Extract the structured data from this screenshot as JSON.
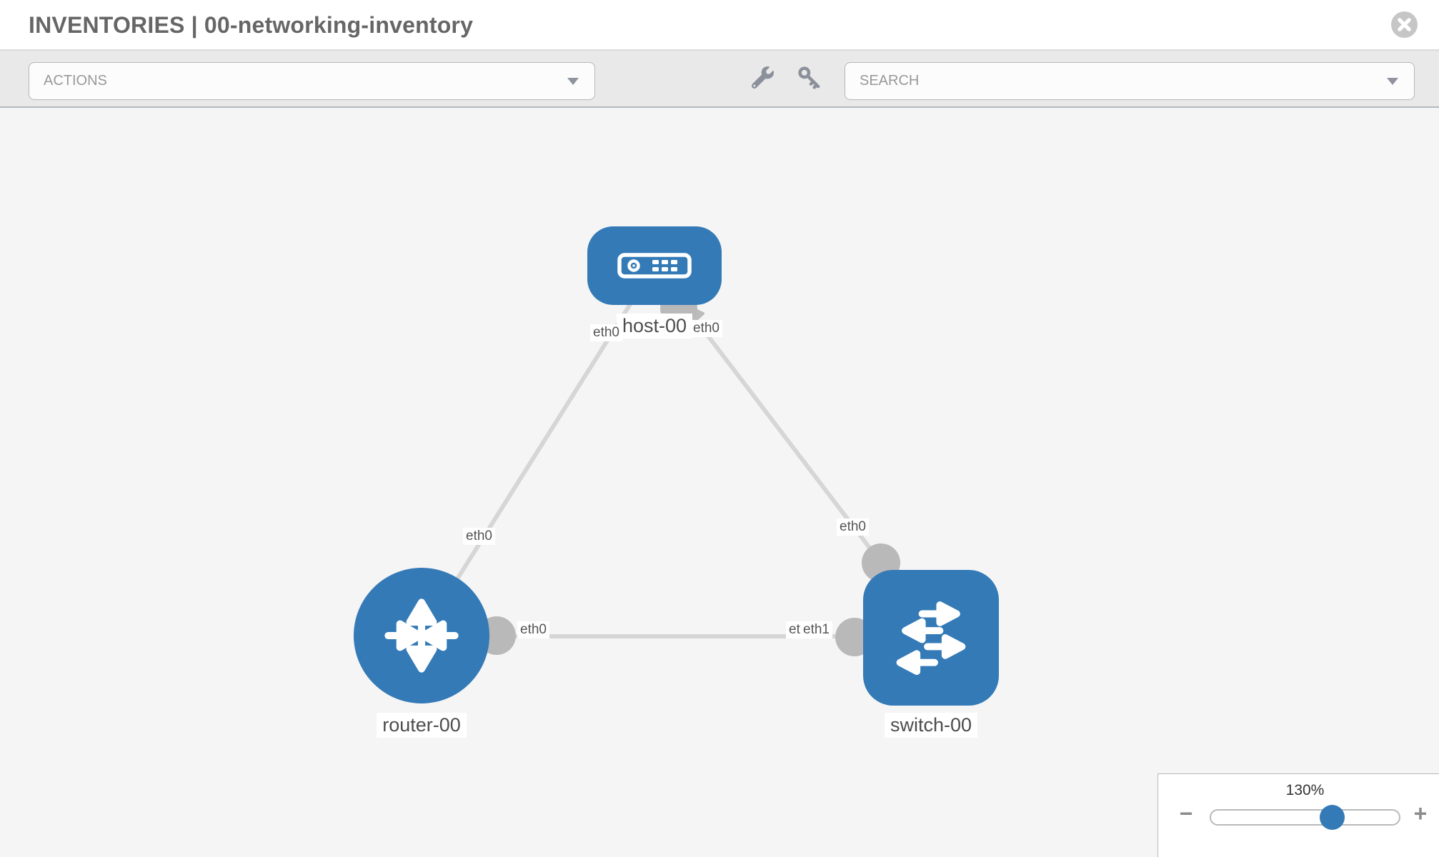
{
  "header": {
    "title": "INVENTORIES | 00-networking-inventory"
  },
  "toolbar": {
    "actions_label": "ACTIONS",
    "search_label": "SEARCH"
  },
  "canvas": {
    "nodes": [
      {
        "id": "host-00",
        "type": "host",
        "label": "host-00"
      },
      {
        "id": "router-00",
        "type": "router",
        "label": "router-00"
      },
      {
        "id": "switch-00",
        "type": "switch",
        "label": "switch-00"
      }
    ],
    "links": [
      {
        "from": "host-00",
        "to": "router-00",
        "from_interface": "eth0",
        "to_interface": "eth0"
      },
      {
        "from": "host-00",
        "to": "switch-00",
        "from_interface": "eth0",
        "to_interface": "eth0"
      },
      {
        "from": "router-00",
        "to": "switch-00",
        "from_interface": "eth0",
        "to_interface": "eth1"
      }
    ],
    "interface_labels": {
      "host_left": "eth0",
      "host_right": "eth0",
      "router_top": "eth0",
      "router_right": "eth0",
      "switch_top": "eth0",
      "switch_left_back": "eth0",
      "switch_left_front": "eth1"
    },
    "colors": {
      "node_blue": "#337ab7",
      "link_gray": "#d6d6d6",
      "port_gray": "#b9b9b9",
      "canvas_bg": "#f5f5f5"
    }
  },
  "zoom": {
    "level": "130%",
    "minus_label": "−",
    "plus_label": "+"
  }
}
